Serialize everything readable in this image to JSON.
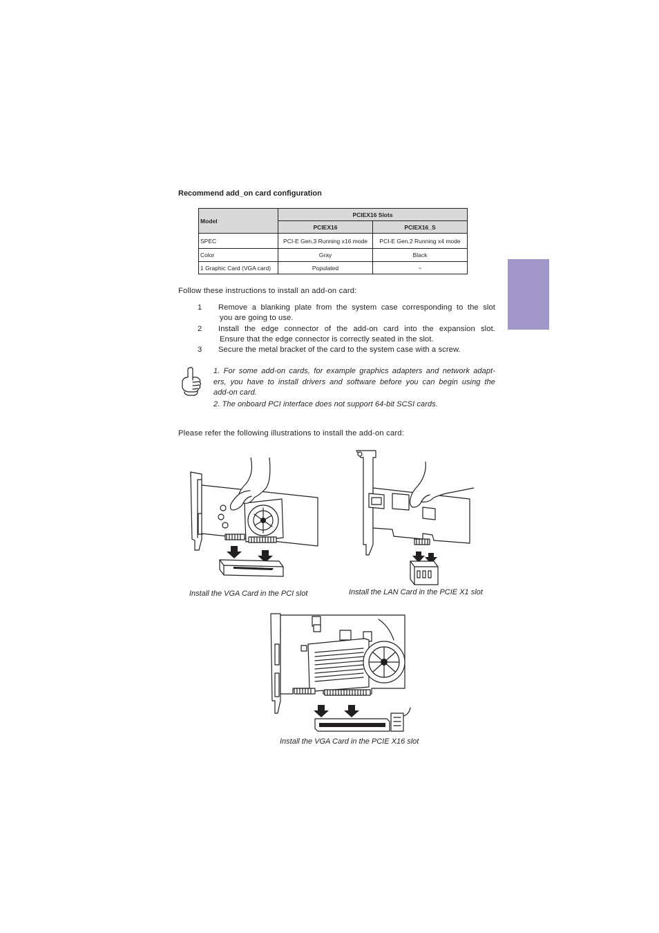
{
  "section_title": "Recommend add_on card configuration",
  "table": {
    "model_header": "Model",
    "group_header": "PCIEX16 Slots",
    "columns": [
      "PCIEX16",
      "PCIEX16_S"
    ],
    "rows": [
      {
        "label": "SPEC",
        "values": [
          "PCI-E Gen.3 Running x16 mode",
          "PCI-E Gen.2 Running x4 mode"
        ]
      },
      {
        "label": "Color",
        "values": [
          "Gray",
          "Black"
        ]
      },
      {
        "label": "1 Graphic Card (VGA card)",
        "values": [
          "Populated",
          "~"
        ]
      }
    ]
  },
  "intro": "Follow these instructions to install an add-on card:",
  "steps": [
    {
      "num": "1",
      "line1": "Remove a blanking plate from the system case corresponding to the slot",
      "line2": "you are going to use."
    },
    {
      "num": "2",
      "line1": "Install the edge connector of the add-on card into the expansion slot.",
      "line2": "Ensure that the edge connector is correctly seated in the slot."
    },
    {
      "num": "3",
      "line1": "Secure the metal bracket of the card to the system case with a screw.",
      "line2": ""
    }
  ],
  "note": {
    "icon": "pointing-hand-icon",
    "line1a": "1. For some add-on cards, for example graphics adapters and network adapt-",
    "line1b": "ers, you have to install drivers and software before you can begin using the",
    "line1c": "add-on card.",
    "line2": "2. The onboard PCI interface does not support 64-bit SCSI cards."
  },
  "illus_intro": "Please refer the following illustrations to install the add-on card:",
  "captions": {
    "vga_pci": "Install the VGA Card in the PCI slot",
    "lan_pcie": "Install the LAN Card in the PCIE X1 slot",
    "vga_pcie": "Install the VGA Card in the PCIE X16 slot"
  },
  "colors": {
    "side_tab": "#a096c8",
    "header_fill": "#d9d9da",
    "text": "#231f20"
  }
}
